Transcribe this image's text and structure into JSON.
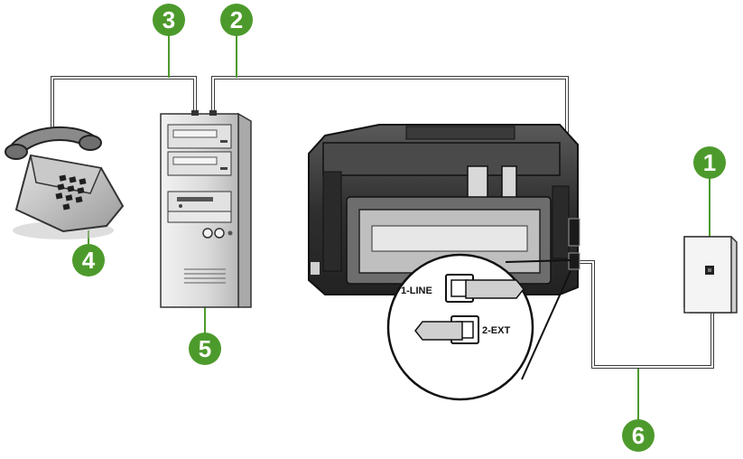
{
  "colors": {
    "callout_green": "#4d9a2c",
    "callout_line": "#4d9a2c",
    "cable": "#3b3b3b",
    "device_gray": "#d4d4d4",
    "device_dark": "#2e2e2e"
  },
  "callouts": {
    "c1": "1",
    "c2": "2",
    "c3": "3",
    "c4": "4",
    "c5": "5",
    "c6": "6"
  },
  "ports": {
    "line": "1-LINE",
    "ext": "2-EXT"
  },
  "icons": [
    "telephone",
    "computer-tower",
    "printer-back",
    "wall-jack",
    "port-zoom"
  ]
}
